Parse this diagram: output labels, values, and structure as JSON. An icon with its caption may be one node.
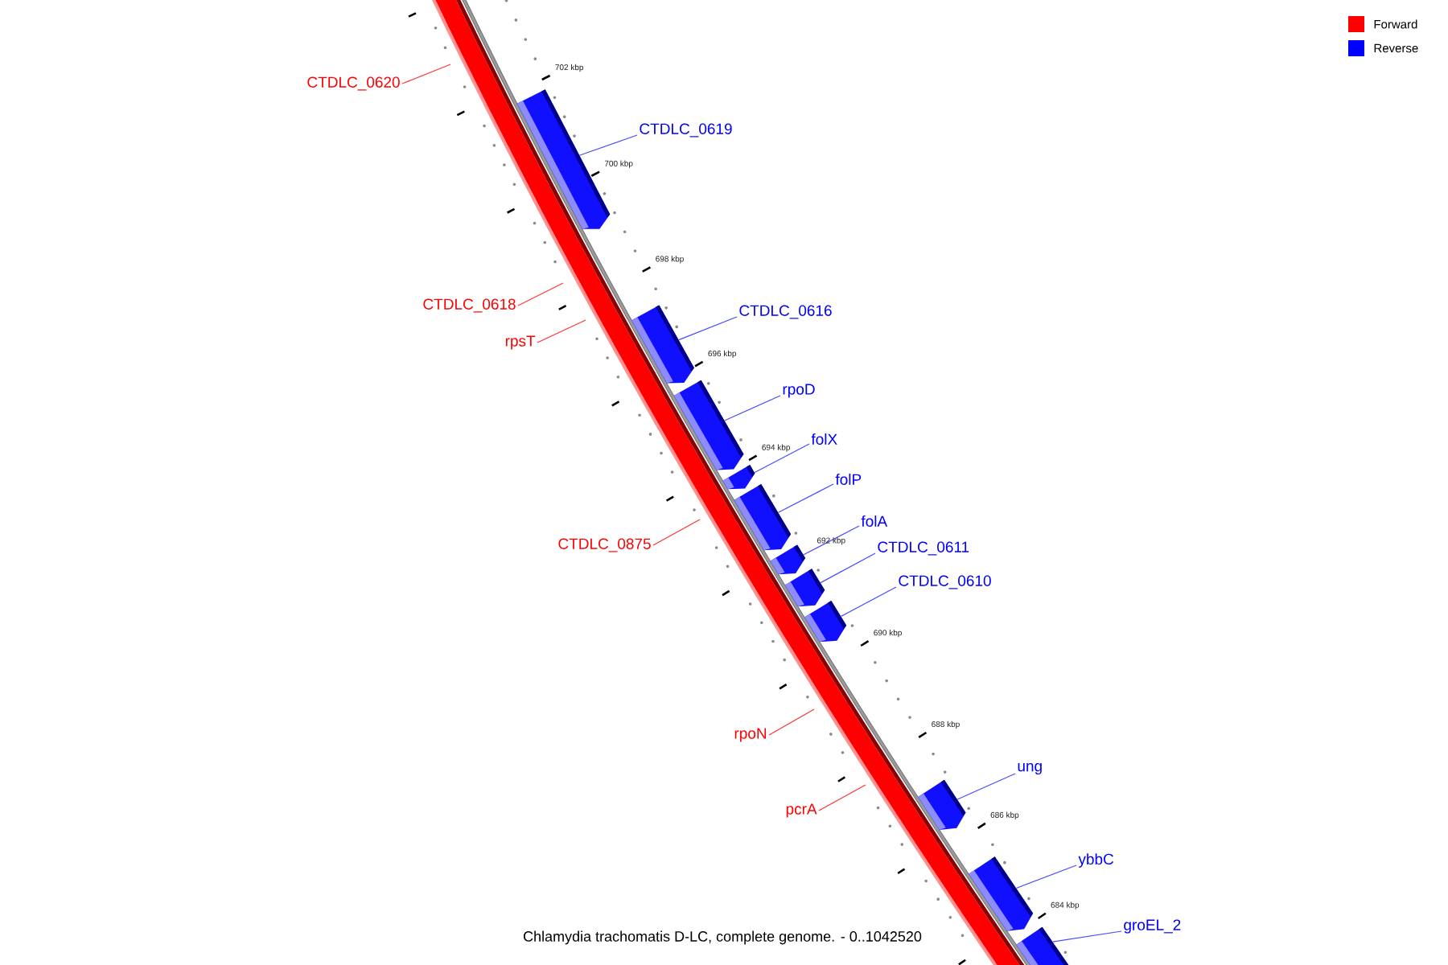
{
  "diagram": {
    "caption": "Chlamydia trachomatis D-LC, complete genome. - 0..1042520",
    "nodes": [
      {
        "text": [
          "CTDLC_0620"
        ]
      },
      {
        "text": [
          "CTDLC_0619"
        ]
      },
      {
        "text": [
          "CTDLC_0618"
        ]
      },
      {
        "text": [
          "CTDLC_0616"
        ]
      },
      {
        "text": [
          "rpsT"
        ]
      },
      {
        "text": [
          "rpoD"
        ]
      },
      {
        "text": [
          "folX"
        ]
      },
      {
        "text": [
          "folP"
        ]
      },
      {
        "text": [
          "folA"
        ]
      },
      {
        "text": [
          "CTDLC_0875"
        ]
      },
      {
        "text": [
          "CTDLC_0611"
        ]
      },
      {
        "text": [
          "CTDLC_0610"
        ]
      },
      {
        "text": [
          "rpoN"
        ]
      },
      {
        "text": [
          "ung"
        ]
      },
      {
        "text": [
          "pcrA"
        ]
      },
      {
        "text": [
          "ybbC"
        ]
      },
      {
        "text": [
          "groEL_2"
        ]
      },
      {
        "text": [],
        "shape": "bar"
      },
      {
        "text": [],
        "shape": "bar"
      },
      {
        "text": [],
        "shape": "bar"
      },
      {
        "text": [],
        "shape": "bar"
      },
      {
        "text": [],
        "shape": "bar"
      },
      {
        "text": [],
        "shape": "bar"
      },
      {
        "text": [],
        "shape": "bar"
      },
      {
        "text": [],
        "shape": "bar"
      },
      {
        "text": [],
        "shape": "bar"
      },
      {
        "text": [],
        "shape": "bar"
      },
      {
        "text": [],
        "shape": "bar"
      }
    ],
    "edges": [
      {
        "from": 0,
        "to": null,
        "arrow": "none",
        "color": "#ff3333"
      },
      {
        "from": 1,
        "to": 17,
        "arrow": "none"
      },
      {
        "from": 2,
        "to": null,
        "arrow": "none",
        "color": "#ff3333"
      },
      {
        "from": 3,
        "to": 18,
        "arrow": "none"
      },
      {
        "from": 4,
        "to": null,
        "arrow": "none",
        "color": "#ff3333"
      },
      {
        "from": 5,
        "to": 19,
        "arrow": "none"
      },
      {
        "from": 6,
        "to": 20,
        "arrow": "none"
      },
      {
        "from": 7,
        "to": 21,
        "arrow": "none"
      },
      {
        "from": 8,
        "to": 22,
        "arrow": "none"
      },
      {
        "from": 9,
        "to": null,
        "arrow": "none",
        "color": "#ff3333"
      },
      {
        "from": 10,
        "to": 23,
        "arrow": "none"
      },
      {
        "from": 11,
        "to": 24,
        "arrow": "none"
      },
      {
        "from": 12,
        "to": null,
        "arrow": "none",
        "color": "#ff3333"
      },
      {
        "from": 13,
        "to": 25,
        "arrow": "none"
      },
      {
        "from": 14,
        "to": null,
        "arrow": "none",
        "color": "#ff3333"
      },
      {
        "from": 15,
        "to": 26,
        "arrow": "none"
      },
      {
        "from": 16,
        "to": 27,
        "arrow": "none"
      }
    ],
    "labels": [
      "702 kbp",
      "700 kbp",
      "698 kbp",
      "696 kbp",
      "694 kbp",
      "692 kbp",
      "690 kbp",
      "688 kbp",
      "686 kbp",
      "684 kbp"
    ],
    "legend": [
      {
        "text": "Forward",
        "color": "#ff0000"
      },
      {
        "text": "Reverse",
        "color": "#0000ff"
      }
    ]
  }
}
